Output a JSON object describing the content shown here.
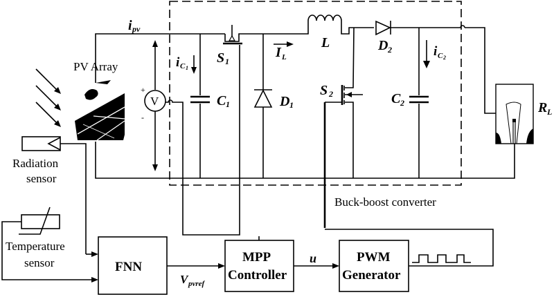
{
  "diagram": {
    "title": "PV system with buck-boost converter and FNN-based MPP control",
    "labels": {
      "i_pv": "i",
      "i_pv_sub": "pv",
      "pv_array": "PV Array",
      "voltmeter": "V",
      "plus": "+",
      "minus": "-",
      "i_c1": "i",
      "i_c1_sub": "C",
      "i_c1_subsub": "1",
      "c1": "C",
      "c1_sub": "1",
      "s1": "S",
      "s1_sub": "1",
      "d1": "D",
      "d1_sub": "1",
      "i_l": "I",
      "i_l_sub": "L",
      "l": "L",
      "d2": "D",
      "d2_sub": "2",
      "s2": "S",
      "s2_sub": "2",
      "i_c2": "i",
      "i_c2_sub": "C",
      "i_c2_subsub": "2",
      "c2": "C",
      "c2_sub": "2",
      "rl": "R",
      "rl_sub": "L",
      "converter": "Buck-boost converter",
      "radiation_line1": "Radiation",
      "radiation_line2": "sensor",
      "temperature_line1": "Temperature",
      "temperature_line2": "sensor",
      "v_pvref": "V",
      "v_pvref_sub": "pvref",
      "u": "u"
    },
    "blocks": {
      "fnn": "FNN",
      "mpp_line1": "MPP",
      "mpp_line2": "Controller",
      "pwm_line1": "PWM",
      "pwm_line2": "Generator"
    }
  }
}
